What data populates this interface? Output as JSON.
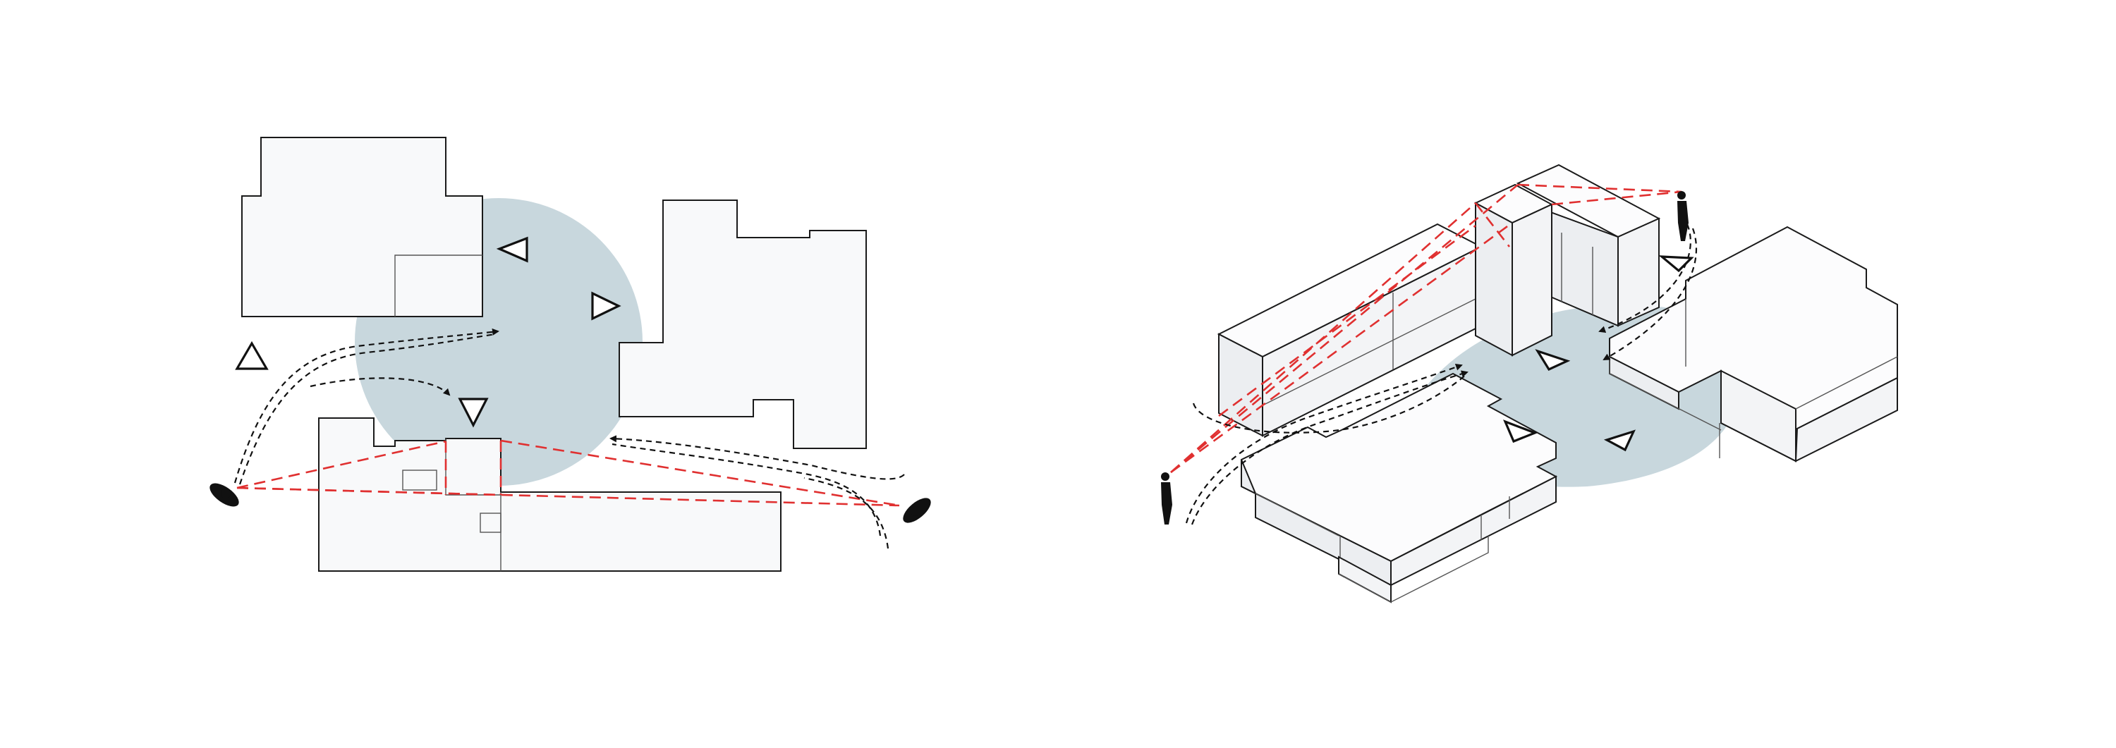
{
  "colors": {
    "background": "#ffffff",
    "public_space": "#c8d7dd",
    "building_fill": "#f8f9fa",
    "outline": "#1a1a1a",
    "sightline": "#e03030",
    "movement_path": "#111111"
  },
  "diagrams": [
    {
      "view": "plan",
      "items": [
        "public-space-circle",
        "buildings",
        "view-triangles",
        "sightlines",
        "movement-paths",
        "viewer-figures"
      ]
    },
    {
      "view": "axonometric",
      "items": [
        "public-space-ellipse",
        "buildings",
        "view-triangles",
        "sightlines",
        "movement-paths",
        "viewer-figures"
      ]
    }
  ],
  "icons": {
    "viewer": "person-figure-icon",
    "view_direction": "view-triangle-icon"
  }
}
